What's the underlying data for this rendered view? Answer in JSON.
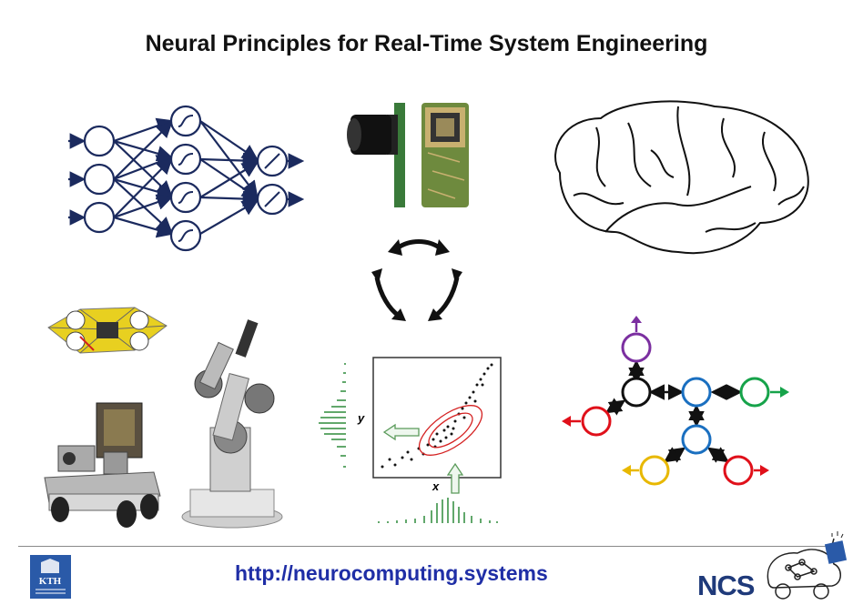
{
  "title": "Neural Principles for Real-Time System Engineering",
  "footer": {
    "url": "http://neurocomputing.systems",
    "ncs": "NCS",
    "kth_logo_text": "KTH"
  },
  "plot": {
    "xlabel": "x",
    "ylabel": "y"
  },
  "colors": {
    "network": "#1b2a5e",
    "url": "#1f2ea6",
    "ncs": "#1f3a7a",
    "kth_blue": "#2a5aa8",
    "histogram": "#2e8b3a",
    "ellipse": "#d42020",
    "graph_black": "#111111",
    "graph_blue": "#1a6fc0",
    "graph_green": "#16a34a",
    "graph_red": "#e0101a",
    "graph_purple": "#7b2fa0",
    "graph_yellow": "#e8b800"
  },
  "icons": [
    "neural-network-diagram",
    "camera-module-icon",
    "brain-outline-icon",
    "cycle-arrows-icon",
    "drone-icon",
    "mobile-robot-icon",
    "robot-arm-icon",
    "gaussian-scatter-plot",
    "node-graph-diagram",
    "kth-logo",
    "ncs-mascot-icon"
  ]
}
